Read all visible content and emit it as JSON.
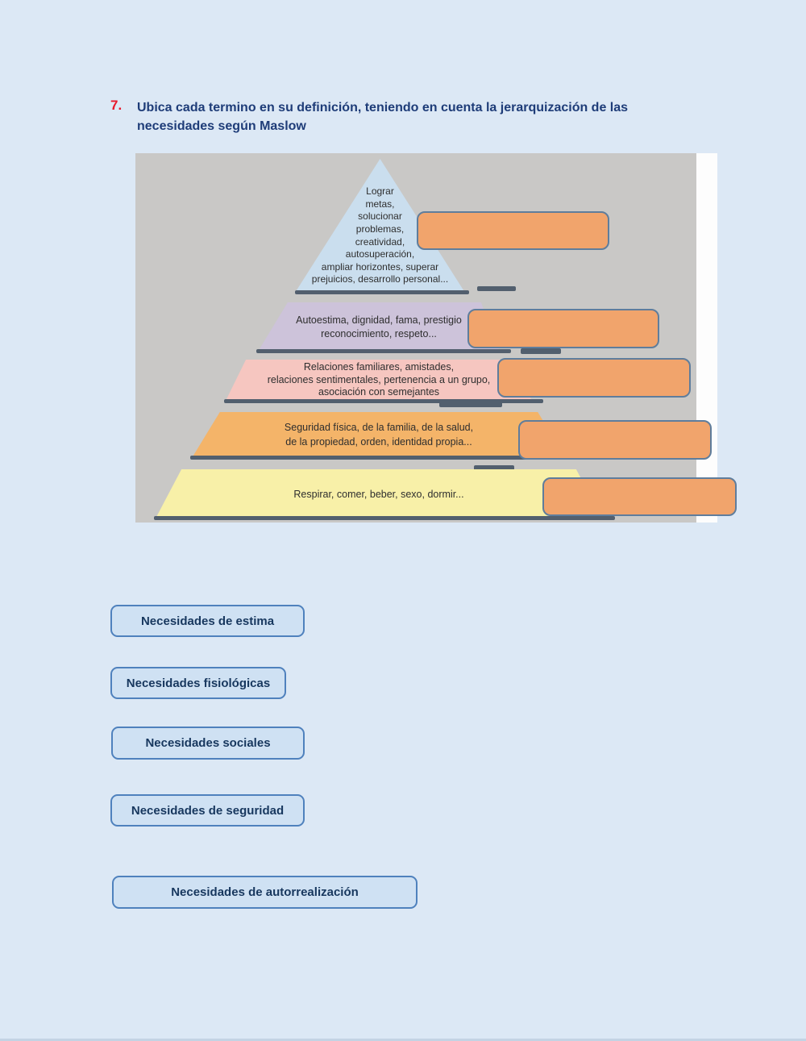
{
  "page": {
    "background": "#dce8f5",
    "bottom_edge_color": "#c3d3e4"
  },
  "header": {
    "number": "7.",
    "number_color": "#e8192c",
    "prompt": "Ubica cada termino en su definición, teniendo en cuenta la jerarquización de las necesidades según Maslow",
    "prompt_color": "#1e3c78"
  },
  "figure": {
    "background": "#c9c8c6",
    "side_strip_color": "#fdfdfd",
    "underline_color": "#525f6e",
    "levels": [
      {
        "id": "autorrealizacion",
        "fill": "#cadeee",
        "lines": [
          "Lograr",
          "metas,",
          "solucionar",
          "problemas,",
          "creatividad,",
          "autosuperación,",
          "ampliar horizontes, superar",
          "prejuicios, desarrollo personal..."
        ]
      },
      {
        "id": "estima",
        "fill": "#cdc3da",
        "lines": [
          "Autoestima, dignidad, fama, prestigio",
          "reconocimiento, respeto..."
        ]
      },
      {
        "id": "sociales",
        "fill": "#f6c6c0",
        "lines": [
          "Relaciones familiares, amistades,",
          "relaciones sentimentales, pertenencia a un grupo,",
          "asociación con semejantes"
        ]
      },
      {
        "id": "seguridad",
        "fill": "#f4b469",
        "lines": [
          "Seguridad física, de la familia, de la salud,",
          "de la propiedad, orden, identidad propia..."
        ]
      },
      {
        "id": "fisiologicas",
        "fill": "#f8f0a8",
        "lines": [
          "Respirar, comer, beber, sexo, dormir..."
        ]
      }
    ],
    "dropzones": {
      "fill": "#f1a46c",
      "border": "#5f7d9c",
      "count": 5
    }
  },
  "answers": {
    "fill": "#cfe1f3",
    "border": "#4f81bd",
    "text_color": "#17375e",
    "items": [
      {
        "label": "Necesidades de estima"
      },
      {
        "label": "Necesidades fisiológicas"
      },
      {
        "label": "Necesidades sociales"
      },
      {
        "label": "Necesidades de seguridad"
      },
      {
        "label": "Necesidades de autorrealización"
      }
    ]
  }
}
